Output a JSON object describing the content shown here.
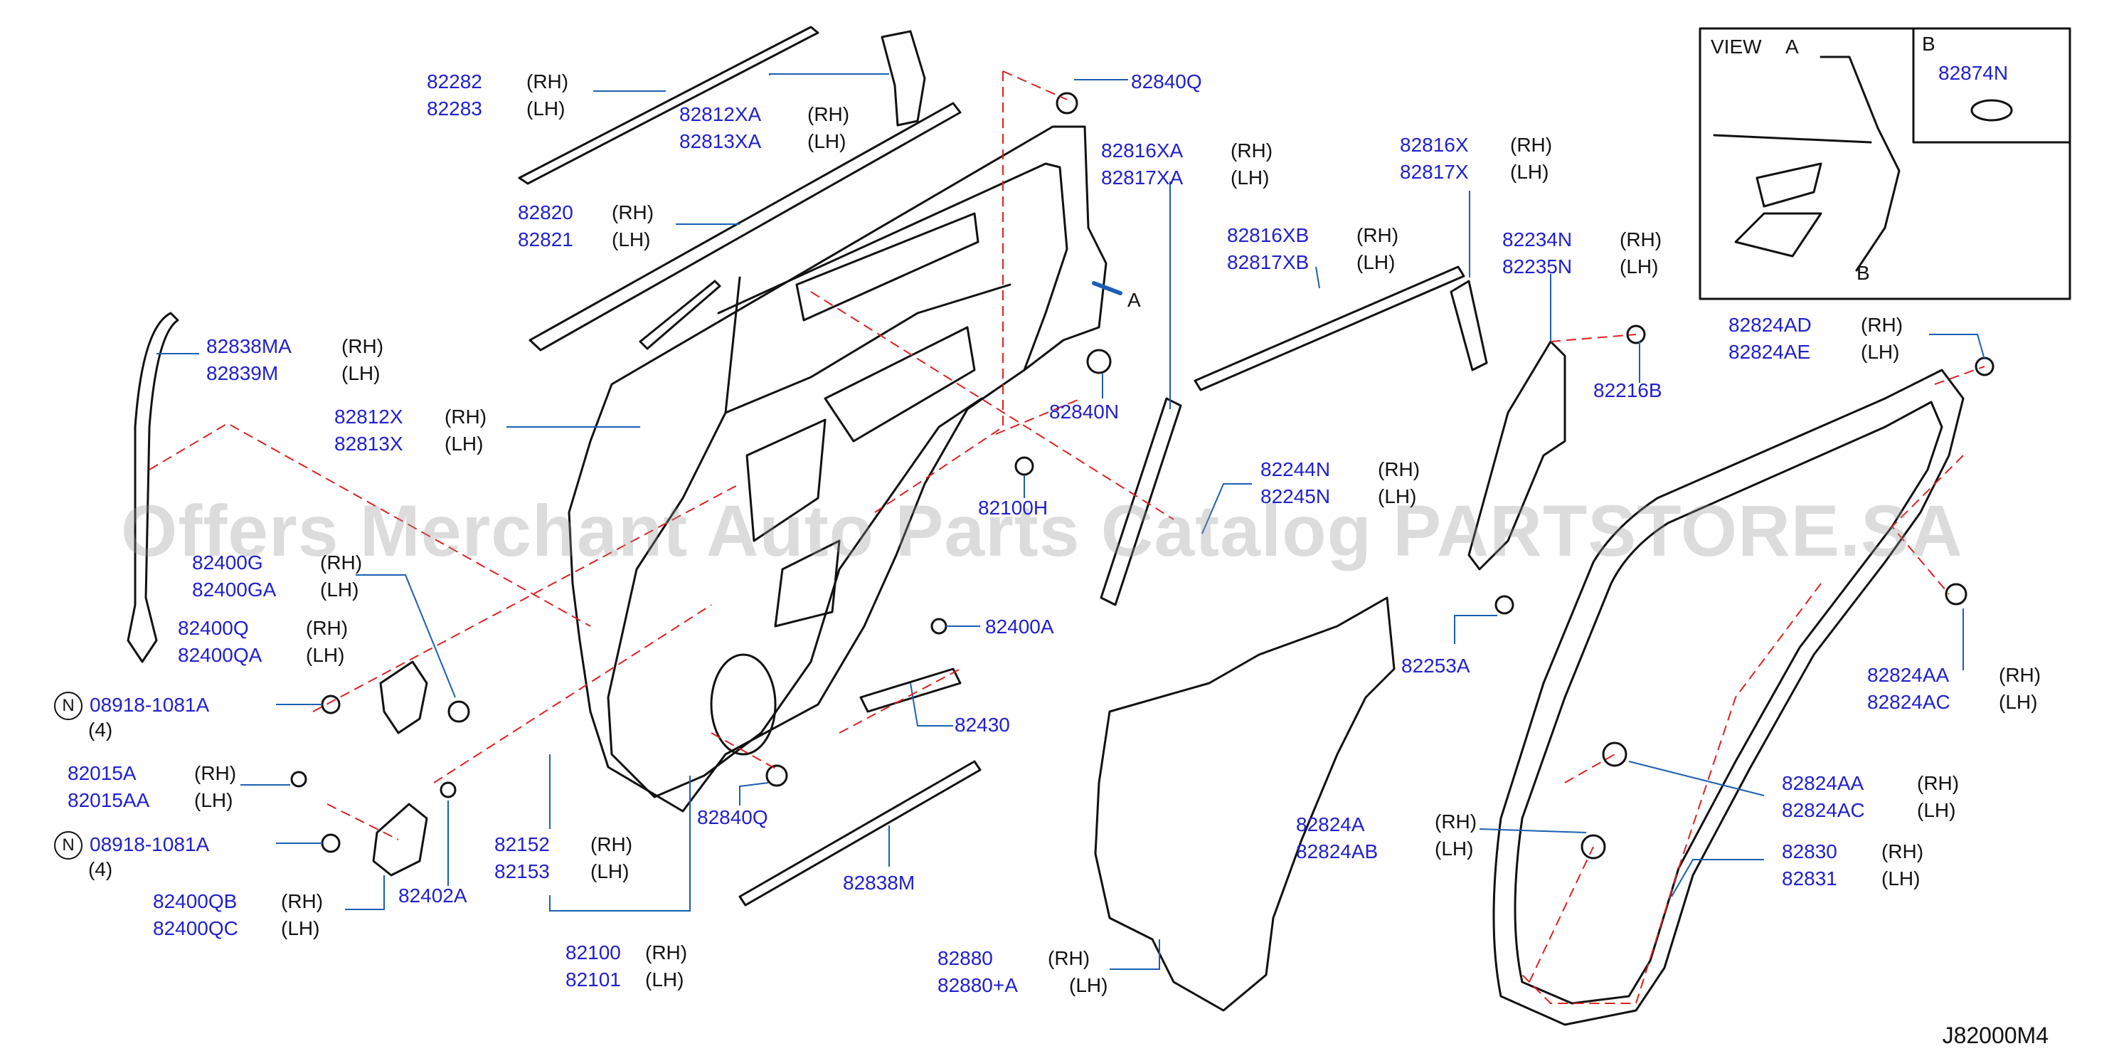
{
  "diagram_code": "J82000M4",
  "watermark": "Offers Merchant Auto Parts Catalog PARTSTORE.SA",
  "inset": {
    "view_label": "VIEW",
    "detail_a": "A",
    "detail_b_top": "B",
    "detail_b_bottom": "B",
    "part": "82874N"
  },
  "arrow_label": "A",
  "n_badge": "N",
  "qty_note": "(4)",
  "colors": {
    "part_number": "#2020d0",
    "leader": "#1a5fb4",
    "dashed": "#e02020",
    "outline": "#111111"
  },
  "parts": [
    {
      "id": "p82282",
      "top": "82282",
      "bottom": "82283",
      "top_side": "(RH)",
      "bottom_side": "(LH)"
    },
    {
      "id": "p82812xa",
      "top": "82812XA",
      "bottom": "82813XA",
      "top_side": "(RH)",
      "bottom_side": "(LH)"
    },
    {
      "id": "p82840q_top",
      "top": "82840Q"
    },
    {
      "id": "p82820",
      "top": "82820",
      "bottom": "82821",
      "top_side": "(RH)",
      "bottom_side": "(LH)"
    },
    {
      "id": "p82816xa",
      "top": "82816XA",
      "bottom": "82817XA",
      "top_side": "(RH)",
      "bottom_side": "(LH)"
    },
    {
      "id": "p82816x",
      "top": "82816X",
      "bottom": "82817X",
      "top_side": "(RH)",
      "bottom_side": "(LH)"
    },
    {
      "id": "p82816xb",
      "top": "82816XB",
      "bottom": "82817XB",
      "top_side": "(RH)",
      "bottom_side": "(LH)"
    },
    {
      "id": "p82234n",
      "top": "82234N",
      "bottom": "82235N",
      "top_side": "(RH)",
      "bottom_side": "(LH)"
    },
    {
      "id": "p82838ma",
      "top": "82838MA",
      "bottom": "82839M",
      "top_side": "(RH)",
      "bottom_side": "(LH)"
    },
    {
      "id": "p82812x",
      "top": "82812X",
      "bottom": "82813X",
      "top_side": "(RH)",
      "bottom_side": "(LH)"
    },
    {
      "id": "p82840n",
      "top": "82840N"
    },
    {
      "id": "p82216b",
      "top": "82216B"
    },
    {
      "id": "p82824ad",
      "top": "82824AD",
      "bottom": "82824AE",
      "top_side": "(RH)",
      "bottom_side": "(LH)"
    },
    {
      "id": "p82100h",
      "top": "82100H"
    },
    {
      "id": "p82244n",
      "top": "82244N",
      "bottom": "82245N",
      "top_side": "(RH)",
      "bottom_side": "(LH)"
    },
    {
      "id": "p82400g",
      "top": "82400G",
      "bottom": "82400GA",
      "top_side": "(RH)",
      "bottom_side": "(LH)"
    },
    {
      "id": "p82400q",
      "top": "82400Q",
      "bottom": "82400QA",
      "top_side": "(RH)",
      "bottom_side": "(LH)"
    },
    {
      "id": "p82400a",
      "top": "82400A"
    },
    {
      "id": "p82253a",
      "top": "82253A"
    },
    {
      "id": "p82824aa_up",
      "top": "82824AA",
      "bottom": "82824AC",
      "top_side": "(RH)",
      "bottom_side": "(LH)"
    },
    {
      "id": "p08918_1",
      "top": "08918-1081A"
    },
    {
      "id": "p82430",
      "top": "82430"
    },
    {
      "id": "p82015a",
      "top": "82015A",
      "bottom": "82015AA",
      "top_side": "(RH)",
      "bottom_side": "(LH)"
    },
    {
      "id": "p82824aa_low",
      "top": "82824AA",
      "bottom": "82824AC",
      "top_side": "(RH)",
      "bottom_side": "(LH)"
    },
    {
      "id": "p82840q_bot",
      "top": "82840Q"
    },
    {
      "id": "p82824a",
      "top": "82824A",
      "bottom": "82824AB",
      "top_side": "(RH)",
      "bottom_side": "(LH)"
    },
    {
      "id": "p82152",
      "top": "82152",
      "bottom": "82153",
      "top_side": "(RH)",
      "bottom_side": "(LH)"
    },
    {
      "id": "p08918_2",
      "top": "08918-1081A"
    },
    {
      "id": "p82830",
      "top": "82830",
      "bottom": "82831",
      "top_side": "(RH)",
      "bottom_side": "(LH)"
    },
    {
      "id": "p82838m",
      "top": "82838M"
    },
    {
      "id": "p82402a",
      "top": "82402A"
    },
    {
      "id": "p82400qb",
      "top": "82400QB",
      "bottom": "82400QC",
      "top_side": "(RH)",
      "bottom_side": "(LH)"
    },
    {
      "id": "p82100",
      "top": "82100",
      "bottom": "82101",
      "top_side": "(RH)",
      "bottom_side": "(LH)"
    },
    {
      "id": "p82880",
      "top": "82880",
      "bottom": "82880+A",
      "top_side": "(RH)",
      "bottom_side": "(LH)"
    }
  ]
}
